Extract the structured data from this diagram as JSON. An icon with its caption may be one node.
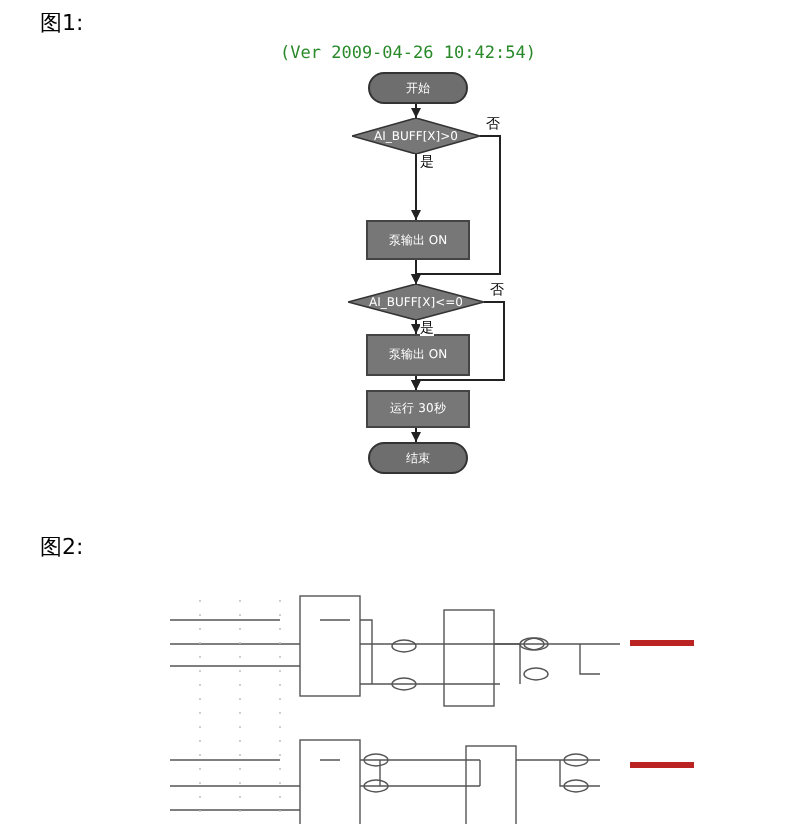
{
  "diagram": {
    "title": "(Ver 2009-04-26 10:42:54)",
    "nodes": [
      {
        "text": [
          "开始"
        ]
      },
      {
        "text": [
          "AI_BUFF[X]>0"
        ]
      },
      {
        "text": [
          "泵输出 ON"
        ]
      },
      {
        "text": [
          "AI_BUFF[X]<=0"
        ]
      },
      {
        "text": [
          "泵输出 ON"
        ]
      },
      {
        "text": [
          "运行 30秒"
        ]
      },
      {
        "text": [
          "结束"
        ]
      }
    ],
    "edges": [
      {
        "from": 0,
        "to": 1,
        "arrow": "to"
      },
      {
        "from": 1,
        "to": 2,
        "arrow": "to",
        "label": "是"
      },
      {
        "from": 1,
        "to": 3,
        "arrow": "to",
        "label": "否"
      },
      {
        "from": 2,
        "to": 3,
        "arrow": "to"
      },
      {
        "from": 3,
        "to": 4,
        "arrow": "to",
        "label": "是"
      },
      {
        "from": 3,
        "to": 5,
        "arrow": "to",
        "label": "否"
      },
      {
        "from": 4,
        "to": 5,
        "arrow": "to"
      },
      {
        "from": 5,
        "to": 6,
        "arrow": "to"
      }
    ],
    "labels": [
      "图1:",
      "图2:"
    ]
  }
}
